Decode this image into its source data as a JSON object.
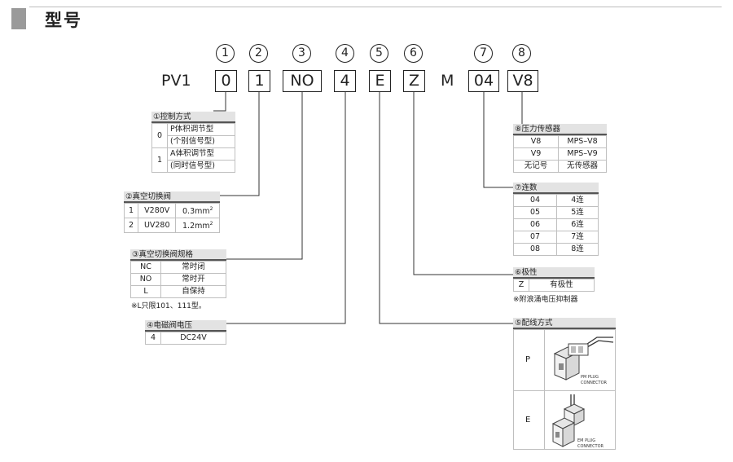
{
  "title": "型号",
  "code": {
    "prefix": "PV1",
    "positions": [
      {
        "num": "1",
        "value": "0"
      },
      {
        "num": "2",
        "value": "1"
      },
      {
        "num": "3",
        "value": "NO"
      },
      {
        "num": "4",
        "value": "4"
      },
      {
        "num": "5",
        "value": "E"
      },
      {
        "num": "6",
        "value": "Z"
      },
      {
        "num": "7",
        "value": "04"
      },
      {
        "num": "8",
        "value": "V8"
      }
    ],
    "fixed": "M"
  },
  "t1": {
    "header": "①控制方式",
    "rows": [
      {
        "code": "0",
        "l1": "P体积调节型",
        "l2": "(个别信号型)"
      },
      {
        "code": "1",
        "l1": "A体积调节型",
        "l2": "(同时信号型)"
      }
    ]
  },
  "t2": {
    "header": "②真空切换阀",
    "rows": [
      {
        "code": "1",
        "model": "V280V",
        "area": "0.3mm",
        "sup": "2"
      },
      {
        "code": "2",
        "model": "UV280",
        "area": "1.2mm",
        "sup": "2"
      }
    ]
  },
  "t3": {
    "header": "③真空切换阀规格",
    "rows": [
      {
        "code": "NC",
        "desc": "常时闭"
      },
      {
        "code": "NO",
        "desc": "常时开"
      },
      {
        "code": "L",
        "desc": "自保持"
      }
    ],
    "note": "※L只限101、111型。"
  },
  "t4": {
    "header": "④电磁阀电压",
    "rows": [
      {
        "code": "4",
        "desc": "DC24V"
      }
    ]
  },
  "t8": {
    "header": "⑧压力传感器",
    "rows": [
      {
        "code": "V8",
        "desc": "MPS–V8"
      },
      {
        "code": "V9",
        "desc": "MPS–V9"
      },
      {
        "code": "无记号",
        "desc": "无传感器"
      }
    ]
  },
  "t7": {
    "header": "⑦连数",
    "rows": [
      {
        "code": "04",
        "desc": "4连"
      },
      {
        "code": "05",
        "desc": "5连"
      },
      {
        "code": "06",
        "desc": "6连"
      },
      {
        "code": "07",
        "desc": "7连"
      },
      {
        "code": "08",
        "desc": "8连"
      }
    ]
  },
  "t6": {
    "header": "⑥极性",
    "rows": [
      {
        "code": "Z",
        "desc": "有极性"
      }
    ],
    "note": "※附浪涌电压抑制器"
  },
  "t5": {
    "header": "⑤配线方式",
    "rows": [
      {
        "code": "P",
        "img_text1": "PM PLUG",
        "img_text2": "CONNECTOR",
        "icon": "solenoid-plug-connector"
      },
      {
        "code": "E",
        "img_text1": "EM PLUG",
        "img_text2": "CONNECTOR",
        "icon": "solenoid-plug-connector"
      }
    ]
  }
}
